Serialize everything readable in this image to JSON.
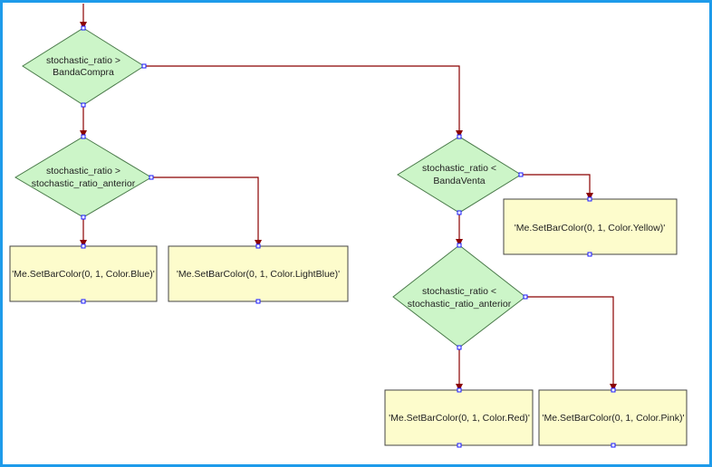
{
  "colors": {
    "frame": "#1e9bea",
    "connector": "#8b0000",
    "port": "#1a1aff",
    "decision_fill": "#ccf5c8",
    "decision_stroke": "#4a7a4a",
    "action_fill": "#fdfccc",
    "action_stroke": "#444444"
  },
  "decisions": [
    {
      "id": "d1",
      "lines": [
        "stochastic_ratio >",
        "BandaCompra"
      ]
    },
    {
      "id": "d2",
      "lines": [
        "stochastic_ratio >",
        "stochastic_ratio_anterior"
      ]
    },
    {
      "id": "d3",
      "lines": [
        "stochastic_ratio <",
        "BandaVenta"
      ]
    },
    {
      "id": "d4",
      "lines": [
        "stochastic_ratio <",
        "stochastic_ratio_anterior"
      ]
    }
  ],
  "actions": [
    {
      "id": "a1",
      "text": "'Me.SetBarColor(0, 1, Color.Blue)'"
    },
    {
      "id": "a2",
      "text": "'Me.SetBarColor(0, 1, Color.LightBlue)'"
    },
    {
      "id": "a3",
      "text": "'Me.SetBarColor(0, 1, Color.Yellow)'"
    },
    {
      "id": "a4",
      "text": "'Me.SetBarColor(0, 1, Color.Red)'"
    },
    {
      "id": "a5",
      "text": "'Me.SetBarColor(0, 1, Color.Pink)'"
    }
  ]
}
